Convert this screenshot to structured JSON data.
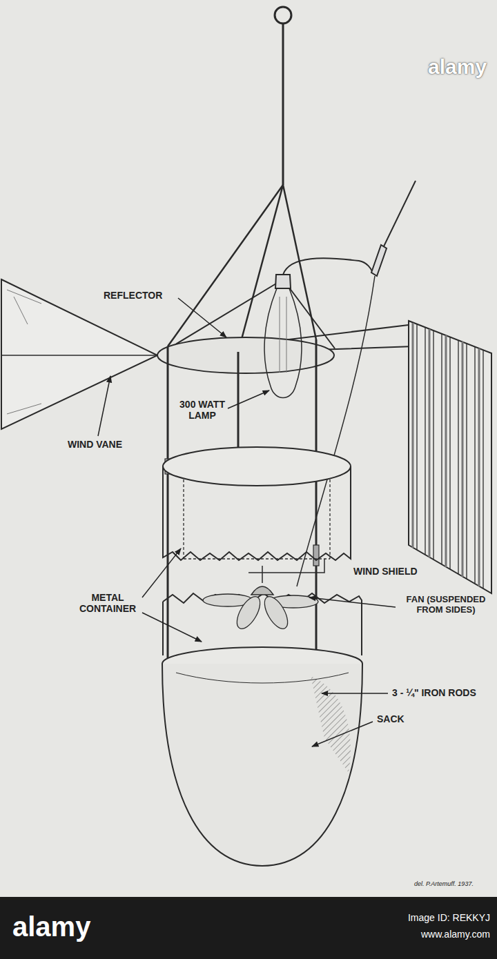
{
  "diagram": {
    "labels": [
      "REFLECTOR",
      "WIND VANE",
      "300 WATT LAMP",
      "WIND SHIELD",
      "METAL CONTAINER",
      "FAN (SUSPENDED FROM SIDES)",
      "3 - ¼\" IRON RODS",
      "SACK",
      "del. P.Artemuff. 1937.",
      "alamy",
      "alamy",
      "Image ID: REKKYJ",
      "www.alamy.com"
    ]
  }
}
